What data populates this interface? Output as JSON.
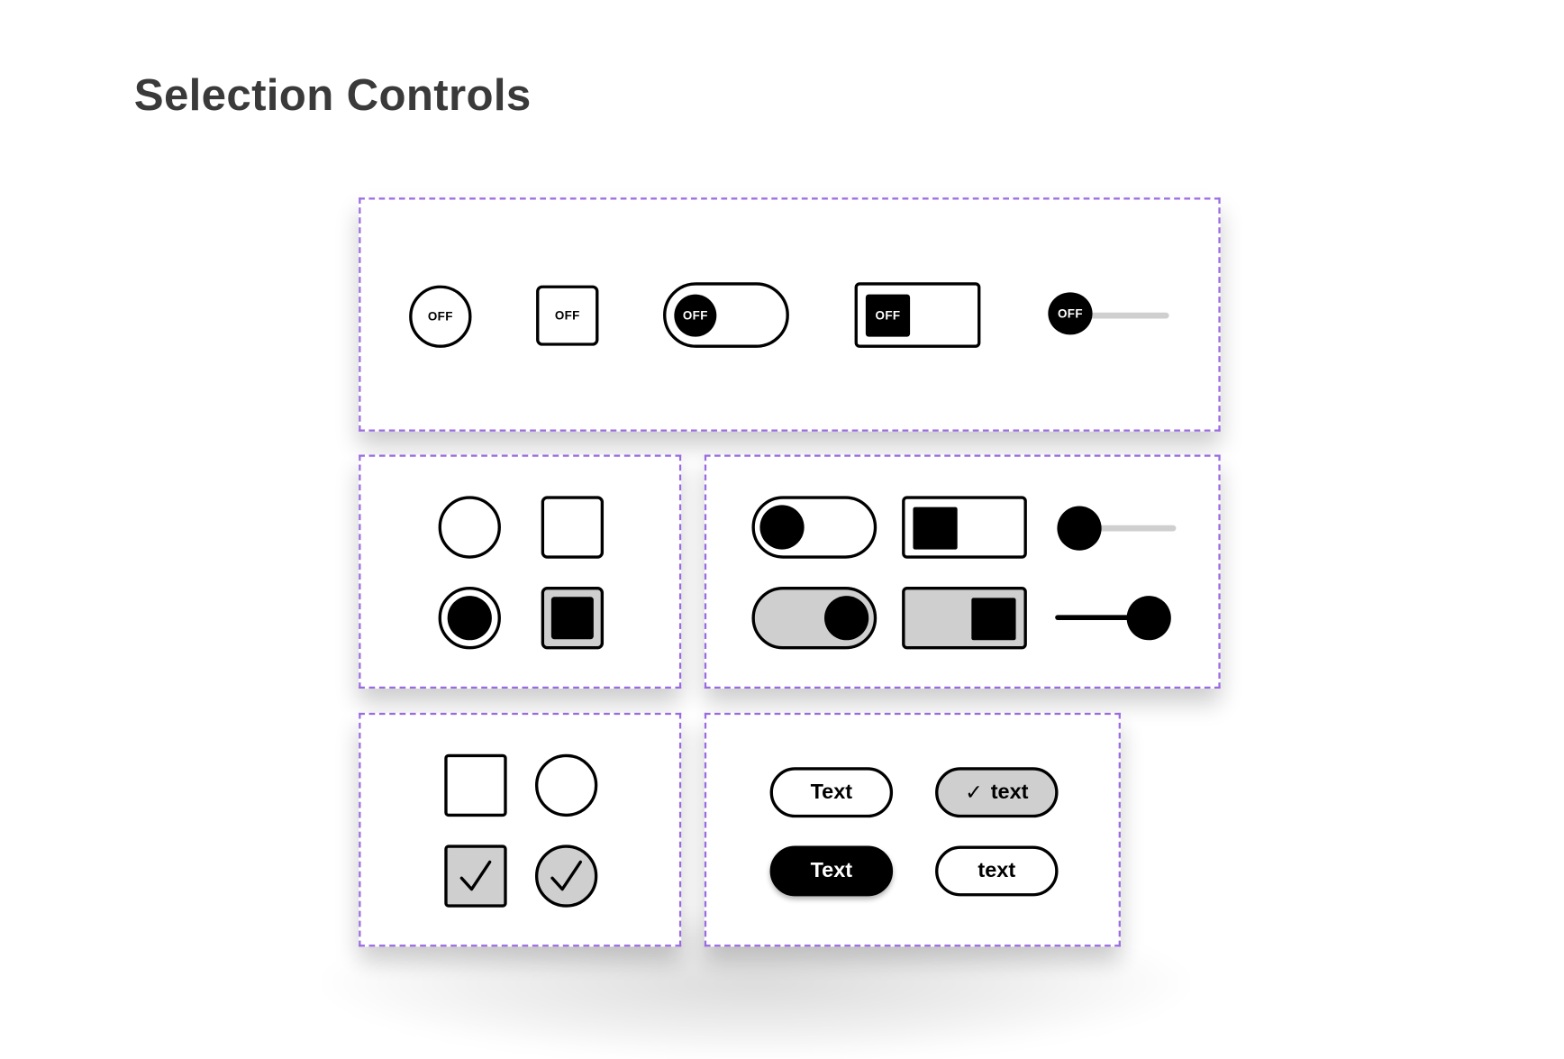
{
  "page": {
    "title": "Selection Controls"
  },
  "panel_top": {
    "radio_label": "OFF",
    "checkbox_label": "OFF",
    "toggle_pill_label": "OFF",
    "toggle_square_label": "OFF",
    "slider_label": "OFF"
  },
  "panel_radio_checkbox": {
    "items": [
      "radio-unchecked",
      "checkbox-unchecked",
      "radio-checked",
      "checkbox-checked"
    ]
  },
  "panel_switches": {
    "states": [
      "off",
      "on"
    ]
  },
  "panel_check_marks": {
    "items": [
      "checkbox-empty",
      "radio-empty",
      "checkbox-checked",
      "radio-checked"
    ]
  },
  "panel_chips": {
    "chip_1": "Text",
    "chip_2": "text",
    "chip_2_check": "✓",
    "chip_3": "Text",
    "chip_4": "text"
  },
  "colors": {
    "accent_dashed_border": "#9a6be0",
    "selected_fill": "#cfcfcf",
    "black": "#000000"
  }
}
